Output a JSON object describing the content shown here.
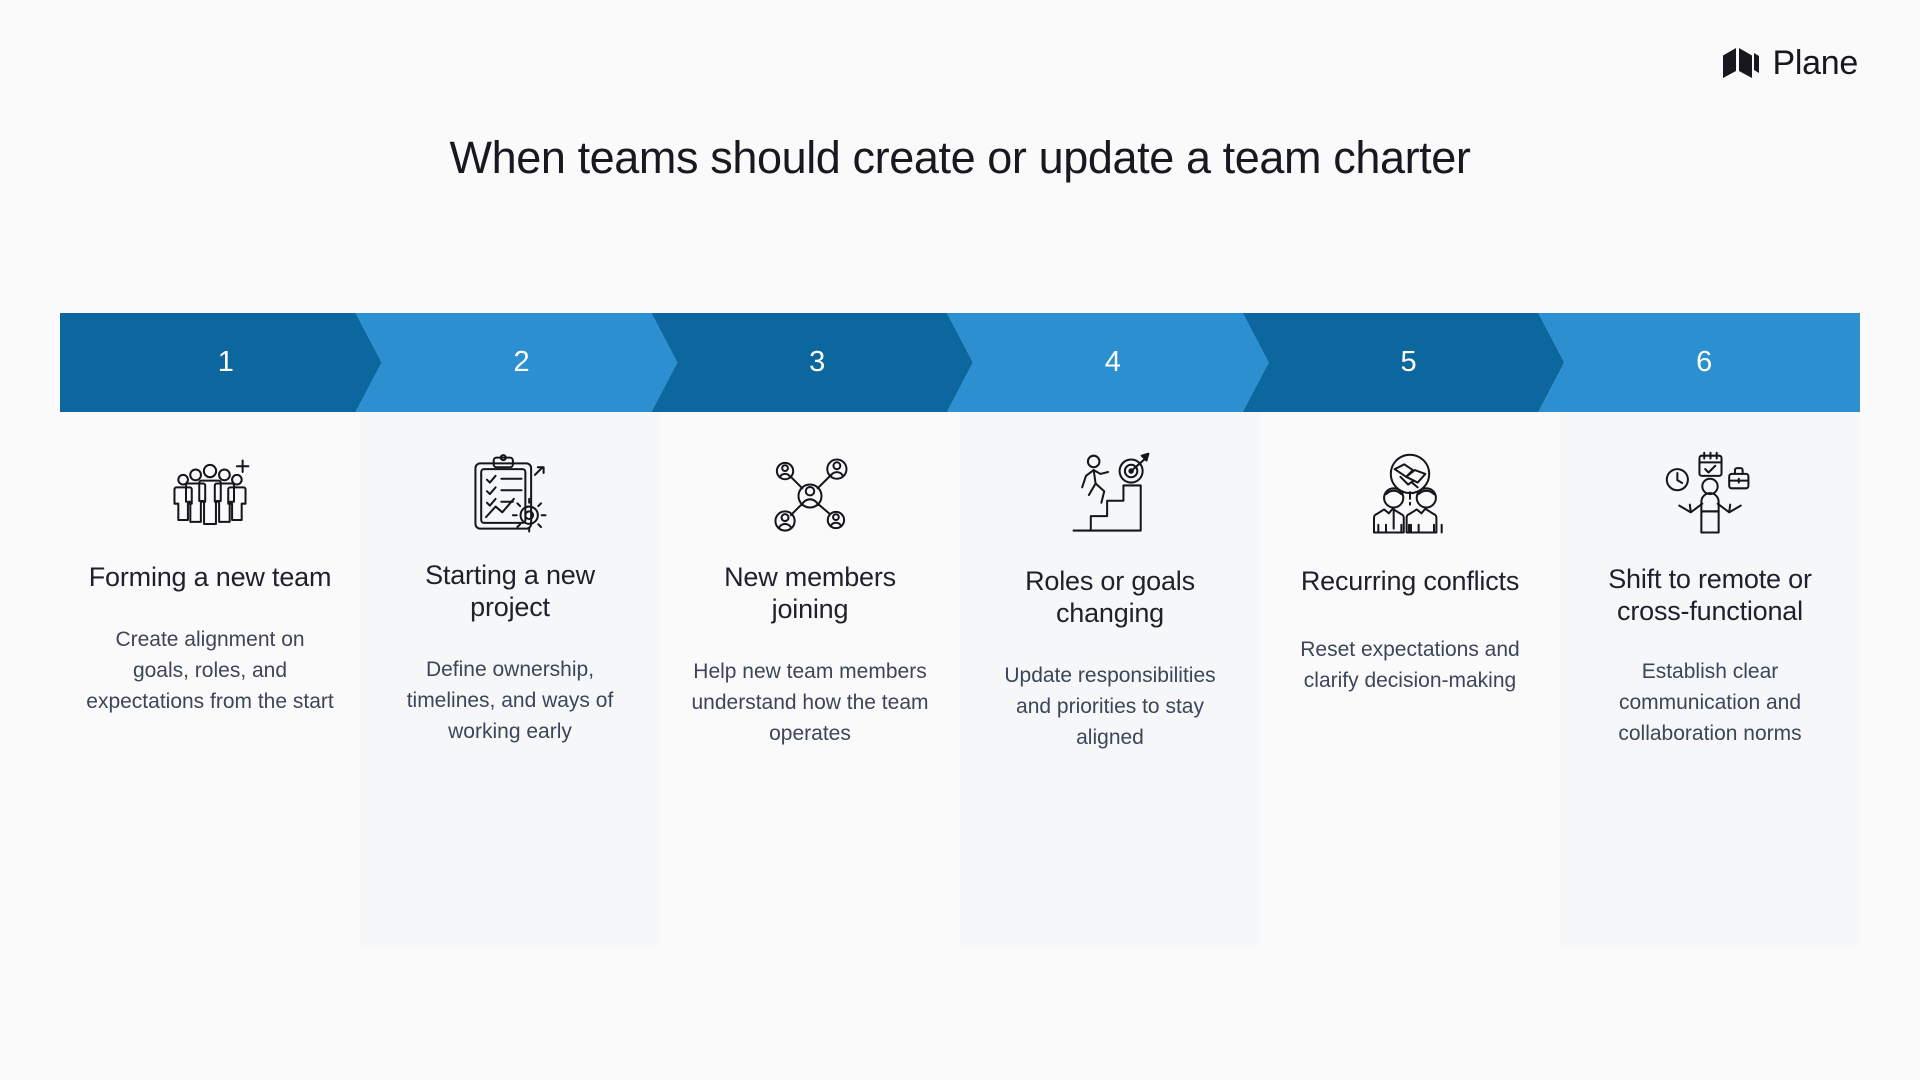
{
  "brand": {
    "name": "Plane",
    "mark_icon": "plane-logo-mark"
  },
  "page_title": "When teams should create or update a team charter",
  "colors": {
    "background": "#FAFAFB",
    "chevron_dark": "#0B679E",
    "chevron_light": "#2B8FD0",
    "panel_tint": "#F6F7F8",
    "heading_text": "#1E212B",
    "body_text": "#3C4559",
    "number_text": "#FFFFFF",
    "icon_stroke": "#14161C"
  },
  "steps": [
    {
      "number": "1",
      "heading": "Forming a new team",
      "body": "Create alignment on goals, roles, and expectations from the start",
      "icon": "group-of-people-plus-icon",
      "chevron_color": "#0B679E",
      "tinted": false
    },
    {
      "number": "2",
      "heading": "Starting a new project",
      "body": "Define ownership, timelines, and ways of working early",
      "icon": "clipboard-chart-gear-icon",
      "chevron_color": "#2B8FD0",
      "tinted": true
    },
    {
      "number": "3",
      "heading": "New members joining",
      "body": "Help new team members understand how the team operates",
      "icon": "people-network-icon",
      "chevron_color": "#0B679E",
      "tinted": false
    },
    {
      "number": "4",
      "heading": "Roles or goals changing",
      "body": "Update responsibilities and priorities to stay aligned",
      "icon": "person-stairs-target-icon",
      "chevron_color": "#2B8FD0",
      "tinted": true
    },
    {
      "number": "5",
      "heading": "Recurring conflicts",
      "body": "Reset expectations and clarify decision-making",
      "icon": "handshake-two-people-icon",
      "chevron_color": "#0B679E",
      "tinted": false
    },
    {
      "number": "6",
      "heading": "Shift to remote or cross-functional",
      "body": "Establish clear communication and collaboration norms",
      "icon": "person-clock-calendar-briefcase-icon",
      "chevron_color": "#2B8FD0",
      "tinted": true
    }
  ]
}
